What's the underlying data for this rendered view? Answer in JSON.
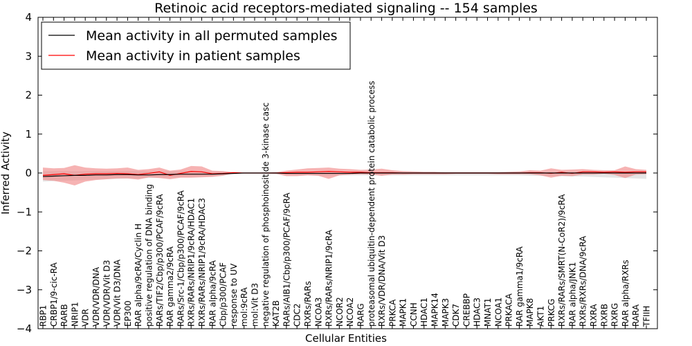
{
  "chart_data": {
    "type": "line",
    "title": "Retinoic acid receptors-mediated signaling -- 154 samples",
    "xlabel": "Cellular Entities",
    "ylabel": "Inferred Activity",
    "ylim": [
      -4,
      4
    ],
    "yticks": [
      "−4",
      "−3",
      "−2",
      "−1",
      "0",
      "1",
      "2",
      "3",
      "4"
    ],
    "grid": false,
    "legend_position": "top-left",
    "categories": [
      "RBP1",
      "CRBP1/9-cic-RA",
      "RARB",
      "NRIP1",
      "VDR",
      "VDR/VDR/DNA",
      "VDR/VDR/Vit D3",
      "VDR/Vit D3/DNA",
      "EP300",
      "RAR alpha/9cRA/Cyclin H",
      "positive regulation of DNA binding",
      "RARs/TIF2/Cbp/p300/PCAF/9cRA",
      "RAR gamma2/9cRA",
      "RARs/Src-1/Cbp/p300/PCAF/9cRA",
      "RXRs/RARs/NRIP1/9cRA/HDAC1",
      "RXRs/RARs/NRIP1/9cRA/HDAC3",
      "RAR alpha/9cRA",
      "Cbp/p300/PCAF",
      "response to UV",
      "mol:9cRA",
      "mol:Vit D3",
      "negative regulation of phosphoinositide 3-kinase casc",
      "KAT2B",
      "RARs/AIB1/Cbp/p300/PCAF/9cRA",
      "CDC2",
      "RXRs/RARs",
      "NCOA3",
      "RXRs/RARs/NRIP1/9cRA",
      "NCOR2",
      "NCOA2",
      "RARG",
      "proteasomal ubiquitin-dependent protein catabolic process",
      "RXRs/VDR/DNA/Vit D3",
      "PRKCA",
      "MAPK1",
      "CCNH",
      "HDAC1",
      "MAPK14",
      "MAPK3",
      "CDK7",
      "CREBBP",
      "HDAC3",
      "MNAT1",
      "NCOA1",
      "PRKACA",
      "RAR gamma1/9cRA",
      "MAPK8",
      "AKT1",
      "PRKCG",
      "RXRs/RARs/SMRT(N-CoR2)/9cRA",
      "RAR alpha/JNK1",
      "RXRs/RXRs/DNA/9cRA",
      "RXRA",
      "RXRB",
      "RXRG",
      "RAR alpha/RXRs",
      "RARA",
      "TFIIH"
    ],
    "series": [
      {
        "name": "Mean activity in all permuted samples",
        "color": "#000000",
        "band_color": "#bfbfbf",
        "values": [
          -0.09,
          -0.08,
          -0.07,
          -0.06,
          -0.06,
          -0.05,
          -0.05,
          -0.04,
          -0.04,
          -0.05,
          -0.05,
          -0.04,
          -0.04,
          -0.03,
          -0.03,
          -0.03,
          -0.03,
          -0.02,
          -0.01,
          0,
          0,
          0,
          0,
          -0.01,
          -0.01,
          -0.01,
          -0.01,
          -0.01,
          -0.01,
          -0.01,
          0,
          0,
          0,
          0,
          0,
          0,
          0,
          0,
          0,
          0,
          0,
          0,
          0,
          0,
          0,
          0,
          0,
          0,
          0,
          0,
          0,
          0,
          0,
          0,
          0,
          0,
          0,
          0
        ],
        "upper": [
          0.05,
          0.05,
          0.05,
          0.05,
          0.05,
          0.05,
          0.05,
          0.05,
          0.05,
          0.05,
          0.04,
          0.04,
          0.04,
          0.04,
          0.04,
          0.04,
          0.03,
          0.03,
          0.02,
          0.01,
          0.01,
          0.01,
          0.01,
          0.02,
          0.02,
          0.02,
          0.02,
          0.02,
          0.02,
          0.02,
          0.02,
          0.02,
          0.02,
          0.02,
          0.02,
          0.02,
          0.02,
          0.02,
          0.02,
          0.02,
          0.02,
          0.02,
          0.02,
          0.02,
          0.02,
          0.02,
          0.02,
          0.02,
          0.02,
          0.02,
          0.03,
          0.03,
          0.03,
          0.03,
          0.03,
          0.03,
          0.03,
          0.03
        ],
        "lower": [
          -0.22,
          -0.21,
          -0.2,
          -0.19,
          -0.18,
          -0.17,
          -0.16,
          -0.15,
          -0.14,
          -0.14,
          -0.13,
          -0.12,
          -0.11,
          -0.1,
          -0.1,
          -0.09,
          -0.08,
          -0.06,
          -0.04,
          -0.02,
          -0.02,
          -0.02,
          -0.03,
          -0.04,
          -0.05,
          -0.05,
          -0.06,
          -0.06,
          -0.06,
          -0.06,
          -0.06,
          -0.06,
          -0.06,
          -0.06,
          -0.06,
          -0.06,
          -0.06,
          -0.06,
          -0.06,
          -0.06,
          -0.06,
          -0.06,
          -0.06,
          -0.06,
          -0.06,
          -0.06,
          -0.07,
          -0.07,
          -0.08,
          -0.08,
          -0.09,
          -0.09,
          -0.1,
          -0.11,
          -0.12,
          -0.13,
          -0.14,
          -0.15
        ]
      },
      {
        "name": "Mean activity in patient samples",
        "color": "#ff0000",
        "band_color": "#f08080",
        "values": [
          -0.06,
          -0.04,
          -0.02,
          -0.06,
          -0.03,
          -0.02,
          -0.02,
          -0.01,
          -0.02,
          -0.04,
          -0.01,
          0.03,
          -0.06,
          -0.01,
          0.04,
          0.03,
          -0.02,
          -0.01,
          0.01,
          0,
          0,
          0,
          0,
          0.01,
          0.02,
          0.02,
          0.03,
          0.04,
          0.03,
          0.02,
          0.02,
          0.01,
          0.01,
          0.01,
          0,
          0,
          0,
          0,
          0,
          0,
          0,
          0,
          0,
          0,
          0,
          0,
          0.01,
          0.01,
          -0.01,
          0.02,
          -0.01,
          0.03,
          0.03,
          0.02,
          0.03,
          0.02,
          0.03,
          0.03
        ],
        "upper": [
          0.14,
          0.12,
          0.13,
          0.2,
          0.14,
          0.12,
          0.11,
          0.12,
          0.14,
          0.08,
          0.1,
          0.14,
          0.06,
          0.09,
          0.18,
          0.17,
          0.06,
          0.05,
          0.02,
          0.01,
          0.01,
          0.01,
          0.02,
          0.06,
          0.09,
          0.12,
          0.13,
          0.14,
          0.11,
          0.1,
          0.08,
          0.09,
          0.11,
          0.07,
          0.05,
          0.04,
          0.03,
          0.03,
          0.02,
          0.02,
          0.02,
          0.02,
          0.02,
          0.02,
          0.03,
          0.04,
          0.07,
          0.06,
          0.12,
          0.08,
          0.09,
          0.1,
          0.08,
          0.07,
          0.07,
          0.17,
          0.1,
          0.08
        ],
        "lower": [
          -0.18,
          -0.2,
          -0.25,
          -0.32,
          -0.22,
          -0.18,
          -0.16,
          -0.14,
          -0.14,
          -0.17,
          -0.11,
          -0.13,
          -0.16,
          -0.12,
          -0.12,
          -0.11,
          -0.1,
          -0.07,
          -0.01,
          -0.01,
          -0.01,
          -0.01,
          -0.02,
          -0.08,
          -0.08,
          -0.06,
          -0.07,
          -0.15,
          -0.06,
          -0.04,
          -0.03,
          -0.04,
          -0.07,
          -0.04,
          -0.04,
          -0.03,
          -0.03,
          -0.03,
          -0.03,
          -0.02,
          -0.02,
          -0.02,
          -0.02,
          -0.03,
          -0.03,
          -0.03,
          -0.03,
          -0.06,
          -0.12,
          -0.07,
          -0.08,
          -0.04,
          -0.04,
          -0.02,
          -0.05,
          -0.13,
          -0.04,
          -0.03
        ]
      }
    ]
  }
}
